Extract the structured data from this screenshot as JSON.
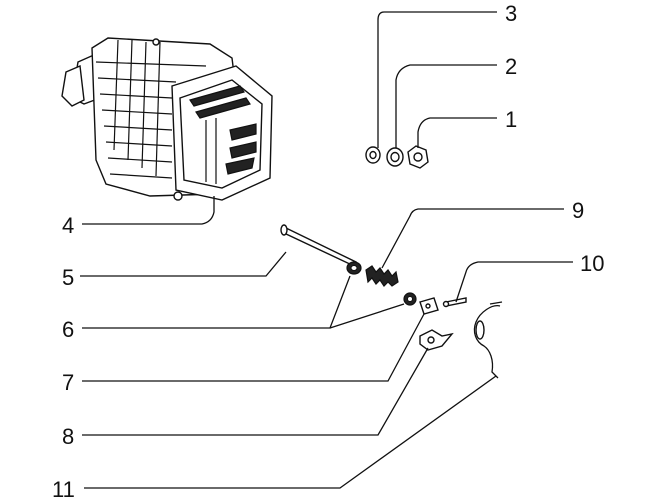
{
  "callouts": [
    {
      "id": "3",
      "label": "3"
    },
    {
      "id": "2",
      "label": "2"
    },
    {
      "id": "1",
      "label": "1"
    },
    {
      "id": "9",
      "label": "9"
    },
    {
      "id": "10",
      "label": "10"
    },
    {
      "id": "4",
      "label": "4"
    },
    {
      "id": "5",
      "label": "5"
    },
    {
      "id": "6",
      "label": "6"
    },
    {
      "id": "7",
      "label": "7"
    },
    {
      "id": "8",
      "label": "8"
    },
    {
      "id": "11",
      "label": "11"
    }
  ]
}
